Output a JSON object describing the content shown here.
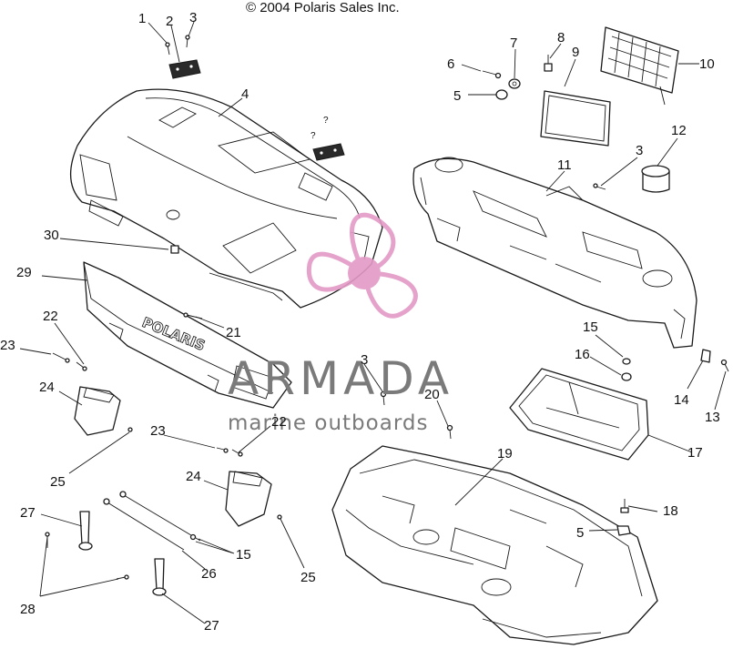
{
  "copyright": "© 2004 Polaris Sales Inc.",
  "watermark": {
    "brand": "ARMADA",
    "tagline": "marine outboards",
    "color": "#e39ac6"
  },
  "emboss_text": "POLARIS",
  "callouts": [
    "1",
    "2",
    "3",
    "3",
    "3",
    "4",
    "5",
    "5",
    "6",
    "7",
    "8",
    "9",
    "10",
    "11",
    "12",
    "13",
    "14",
    "15",
    "15",
    "16",
    "17",
    "18",
    "19",
    "20",
    "21",
    "22",
    "22",
    "23",
    "23",
    "24",
    "24",
    "25",
    "25",
    "26",
    "27",
    "27",
    "28",
    "29",
    "30"
  ]
}
